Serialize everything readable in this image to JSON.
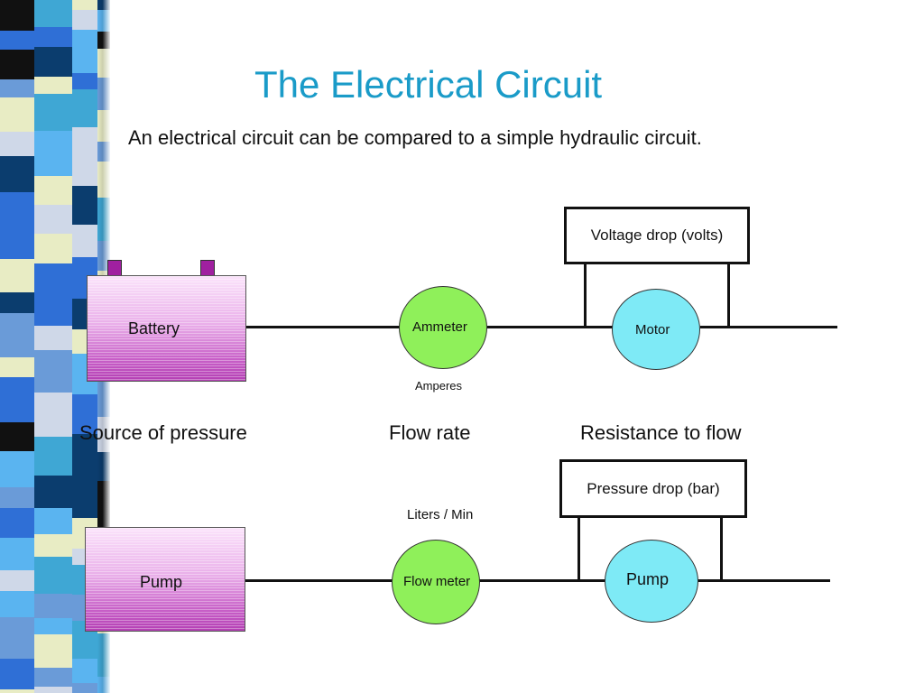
{
  "title": "The Electrical Circuit",
  "subtitle": "An electrical circuit can be compared to a simple hydraulic circuit.",
  "electrical": {
    "source_label": "Battery",
    "meter_label": "Ammeter",
    "meter_unit": "Amperes",
    "load_label": "Motor",
    "drop_label": "Voltage drop (volts)"
  },
  "concepts": {
    "source": "Source of pressure",
    "flow": "Flow rate",
    "resistance": "Resistance to flow"
  },
  "hydraulic": {
    "source_label": "Pump",
    "meter_label": "Flow meter",
    "meter_unit": "Liters / Min",
    "load_label": "Pump",
    "drop_label": "Pressure drop (bar)"
  },
  "colors": {
    "title": "#1a9bc8",
    "source_fill": "#e9a9e9",
    "meter_fill": "#8ff05a",
    "load_fill": "#7eeaf6",
    "terminal": "#a020a0",
    "strip": [
      "#0b3d6e",
      "#2f6fd6",
      "#5ab4f0",
      "#e8ecc4",
      "#111111",
      "#3fa7d4",
      "#cfd8e8",
      "#6a9bd8"
    ]
  }
}
